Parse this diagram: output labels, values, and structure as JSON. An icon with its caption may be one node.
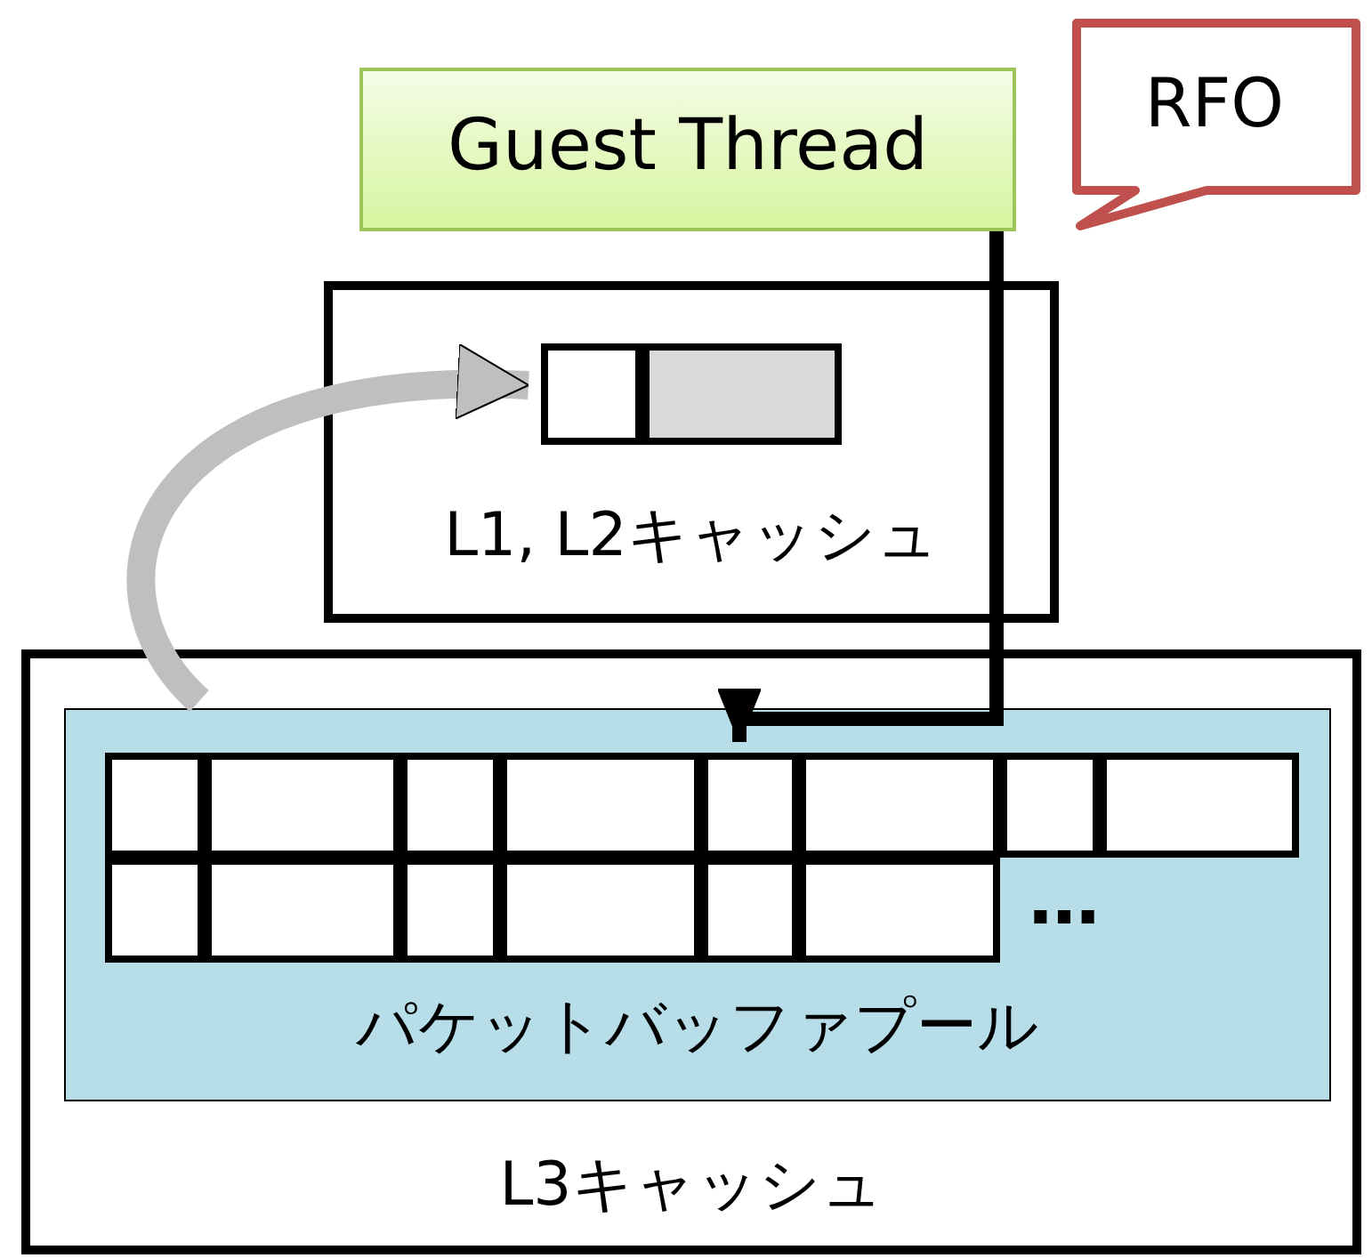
{
  "diagram": {
    "nodes": [
      {
        "text": [
          "Guest Thread"
        ]
      },
      {
        "text": [
          "RFO"
        ]
      },
      {
        "text": [
          "L1, L2キャッシュ"
        ]
      },
      {
        "text": [],
        "shape": "box",
        "in": 2
      },
      {
        "text": [],
        "shape": "box",
        "in": 2
      },
      {
        "text": [
          "L3キャッシュ"
        ]
      },
      {
        "text": [
          "パケットバッファプール"
        ],
        "in": 5
      },
      {
        "text": [],
        "shape": "box",
        "in": 6
      },
      {
        "text": [],
        "shape": "box",
        "in": 6
      },
      {
        "text": [],
        "shape": "box",
        "in": 6
      },
      {
        "text": [],
        "shape": "box",
        "in": 6
      },
      {
        "text": [],
        "shape": "box",
        "in": 6
      },
      {
        "text": [],
        "shape": "box",
        "in": 6
      },
      {
        "text": [],
        "shape": "box",
        "in": 6
      },
      {
        "text": [],
        "shape": "box",
        "in": 6
      },
      {
        "text": [],
        "shape": "box",
        "in": 6
      },
      {
        "text": [],
        "shape": "box",
        "in": 6
      },
      {
        "text": [],
        "shape": "box",
        "in": 6
      },
      {
        "text": [],
        "shape": "box",
        "in": 6
      },
      {
        "text": [],
        "shape": "box",
        "in": 6
      },
      {
        "text": [],
        "shape": "box",
        "in": 6
      }
    ],
    "edges": [
      {
        "from": 0,
        "to": 11,
        "arrow": "to"
      },
      {
        "from": 6,
        "to": 3,
        "arrow": "to",
        "style": "thick",
        "color": "#bfbfbf"
      }
    ],
    "labels": [
      "…"
    ]
  }
}
